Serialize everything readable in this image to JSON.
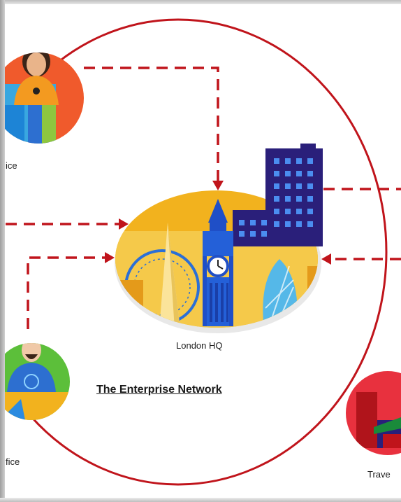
{
  "diagram": {
    "title": "The Enterprise Network",
    "nodes": {
      "hq": {
        "label": "London HQ"
      },
      "top_left": {
        "label": "ice"
      },
      "bottom_left": {
        "label": "fice"
      },
      "bottom_right": {
        "label": "Trave"
      }
    }
  },
  "colors": {
    "accent_red": "#c0141b",
    "hq_gold": "#f2b21e",
    "tower_blue": "#1f4fc7",
    "building_navy": "#2a1f7a",
    "person_orange": "#f05a2c",
    "person_green": "#5cbf3a",
    "travel_red": "#e8313e"
  }
}
